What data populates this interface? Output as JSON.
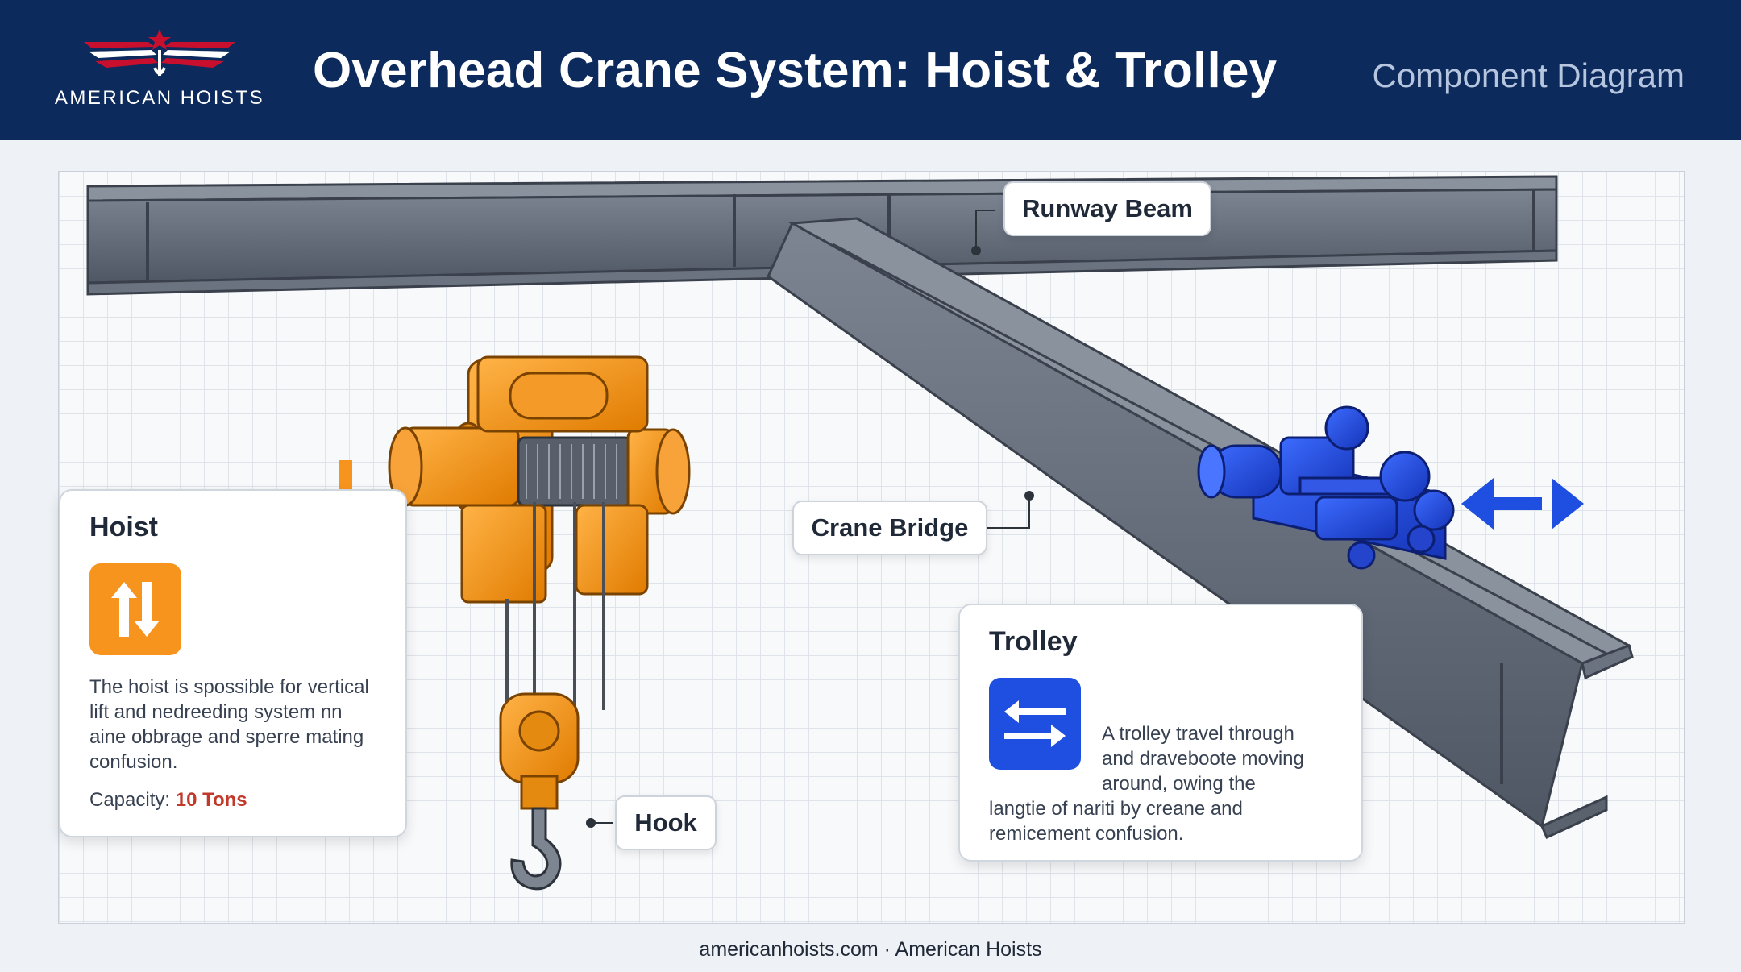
{
  "header": {
    "logo_text": "AMERICAN HOISTS",
    "title": "Overhead Crane System: Hoist & Trolley",
    "subtitle": "Component Diagram"
  },
  "labels": {
    "runway_beam": "Runway Beam",
    "crane_bridge": "Crane Bridge",
    "hook": "Hook"
  },
  "hoist_card": {
    "title": "Hoist",
    "description": "The hoist is spossible for vertical lift and nedreeding system nn aine obbrage and sperre mating confusion.",
    "capacity_label": "Capacity:",
    "capacity_value": "10 Tons",
    "icon": "up-down-arrows-icon",
    "accent": "#f7941d"
  },
  "trolley_card": {
    "title": "Trolley",
    "description_line1": "A trolley travel through",
    "description_line2": "and draveboote moving",
    "description_line3": "around, owing the",
    "description_line4": "langtie of nariti by creane and",
    "description_line5": "remicement confusion.",
    "icon": "left-right-arrows-icon",
    "accent": "#1f4fe0"
  },
  "colors": {
    "header_bg": "#0c2a5c",
    "steel": "#5d6675",
    "hoist_orange": "#f7941d",
    "trolley_blue": "#1f4fe0",
    "capacity_red": "#c0392b"
  },
  "footer": {
    "text": "americanhoists.com · American Hoists"
  }
}
